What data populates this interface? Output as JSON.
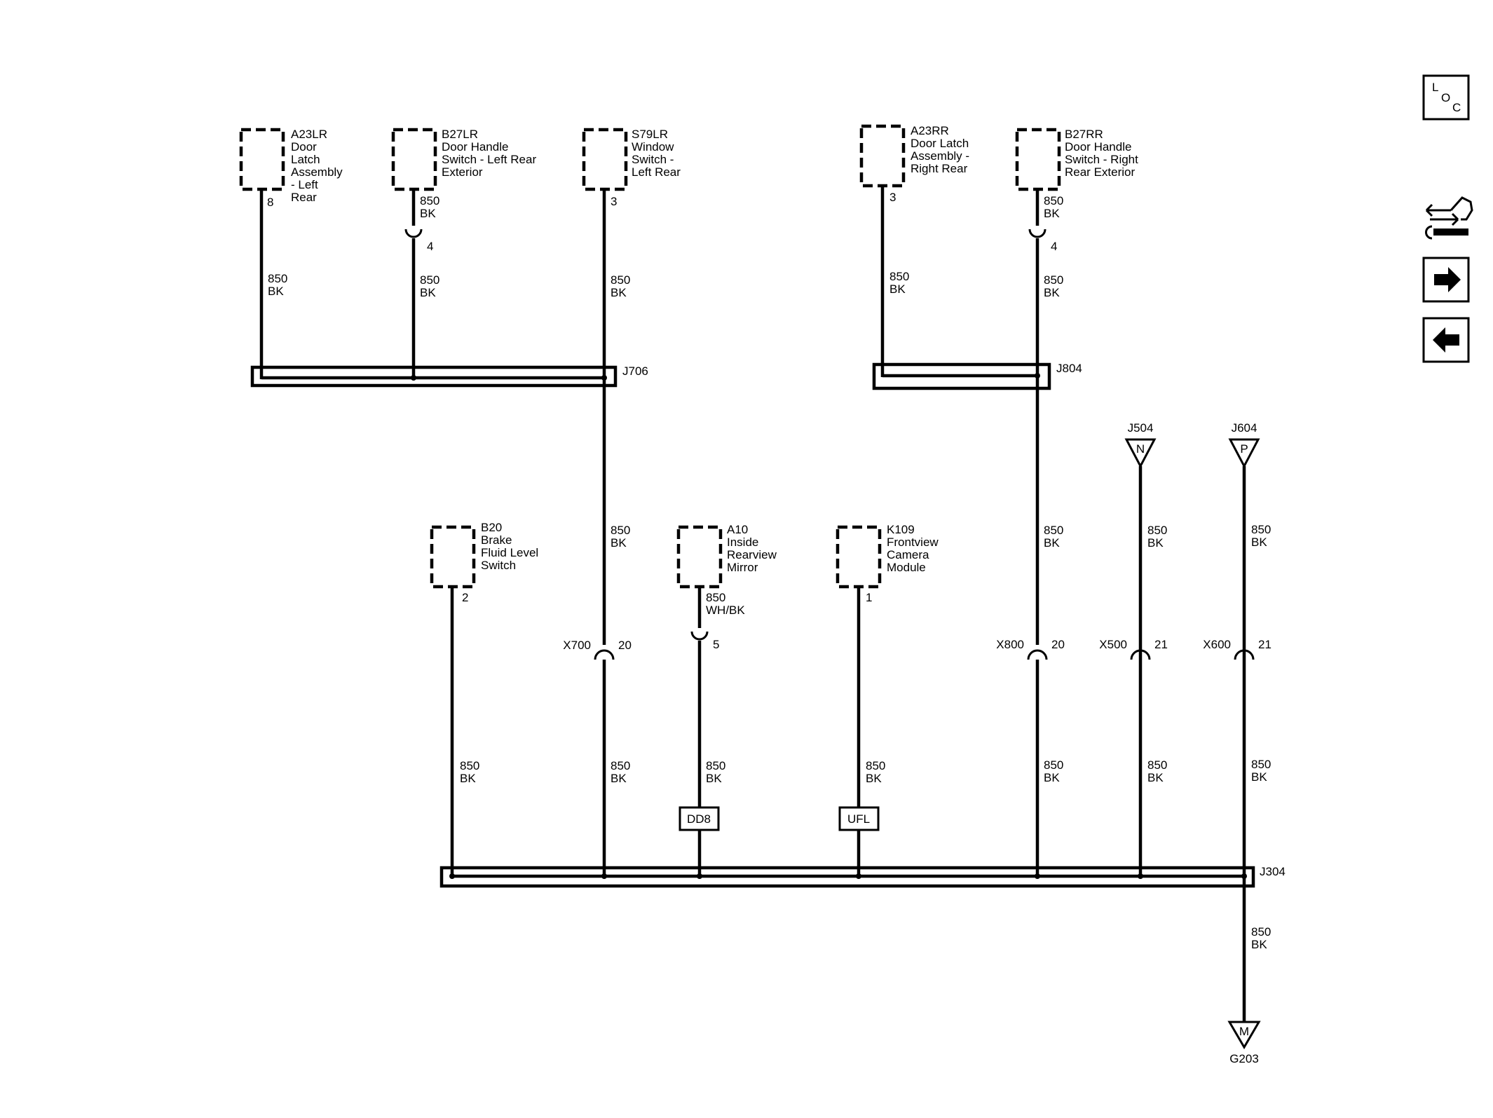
{
  "components": {
    "a23lr": {
      "id": "A23LR",
      "lines": [
        "Door",
        "Latch",
        "Assembly",
        "- Left",
        "Rear"
      ],
      "pin": "8"
    },
    "b27lr": {
      "id": "B27LR",
      "lines": [
        "Door Handle",
        "Switch - Left Rear",
        "Exterior"
      ],
      "pin": "4"
    },
    "s79lr": {
      "id": "S79LR",
      "lines": [
        "Window",
        "Switch -",
        "Left Rear"
      ],
      "pin": "3"
    },
    "a23rr": {
      "id": "A23RR",
      "lines": [
        "Door Latch",
        "Assembly -",
        "Right Rear"
      ],
      "pin": "3"
    },
    "b27rr": {
      "id": "B27RR",
      "lines": [
        "Door Handle",
        "Switch - Right",
        "Rear Exterior"
      ],
      "pin": "4"
    },
    "b20": {
      "id": "B20",
      "lines": [
        "Brake",
        "Fluid Level",
        "Switch"
      ],
      "pin": "2"
    },
    "a10": {
      "id": "A10",
      "lines": [
        "Inside",
        "Rearview",
        "Mirror"
      ],
      "pin": "5"
    },
    "k109": {
      "id": "K109",
      "lines": [
        "Frontview",
        "Camera",
        "Module"
      ],
      "pin": "1"
    }
  },
  "wire_850_bk": [
    "850",
    "BK"
  ],
  "wire_850_whbk": [
    "850",
    "WH/BK"
  ],
  "splices": {
    "j706": "J706",
    "j804": "J804",
    "j304": "J304"
  },
  "connectors": {
    "x700": {
      "name": "X700",
      "pin": "20"
    },
    "x800": {
      "name": "X800",
      "pin": "20"
    },
    "x500": {
      "name": "X500",
      "pin": "21"
    },
    "x600": {
      "name": "X600",
      "pin": "21"
    }
  },
  "offpage": {
    "j504": {
      "name": "J504",
      "letter": "N"
    },
    "j604": {
      "name": "J604",
      "letter": "P"
    }
  },
  "options": {
    "dd8": "DD8",
    "ufl": "UFL"
  },
  "ground": {
    "name": "G203",
    "letter": "M"
  },
  "nav": {
    "loc": [
      "L",
      "O",
      "C"
    ],
    "icons": [
      "connector-wrench-icon",
      "arrow-right-icon",
      "arrow-left-icon"
    ]
  }
}
